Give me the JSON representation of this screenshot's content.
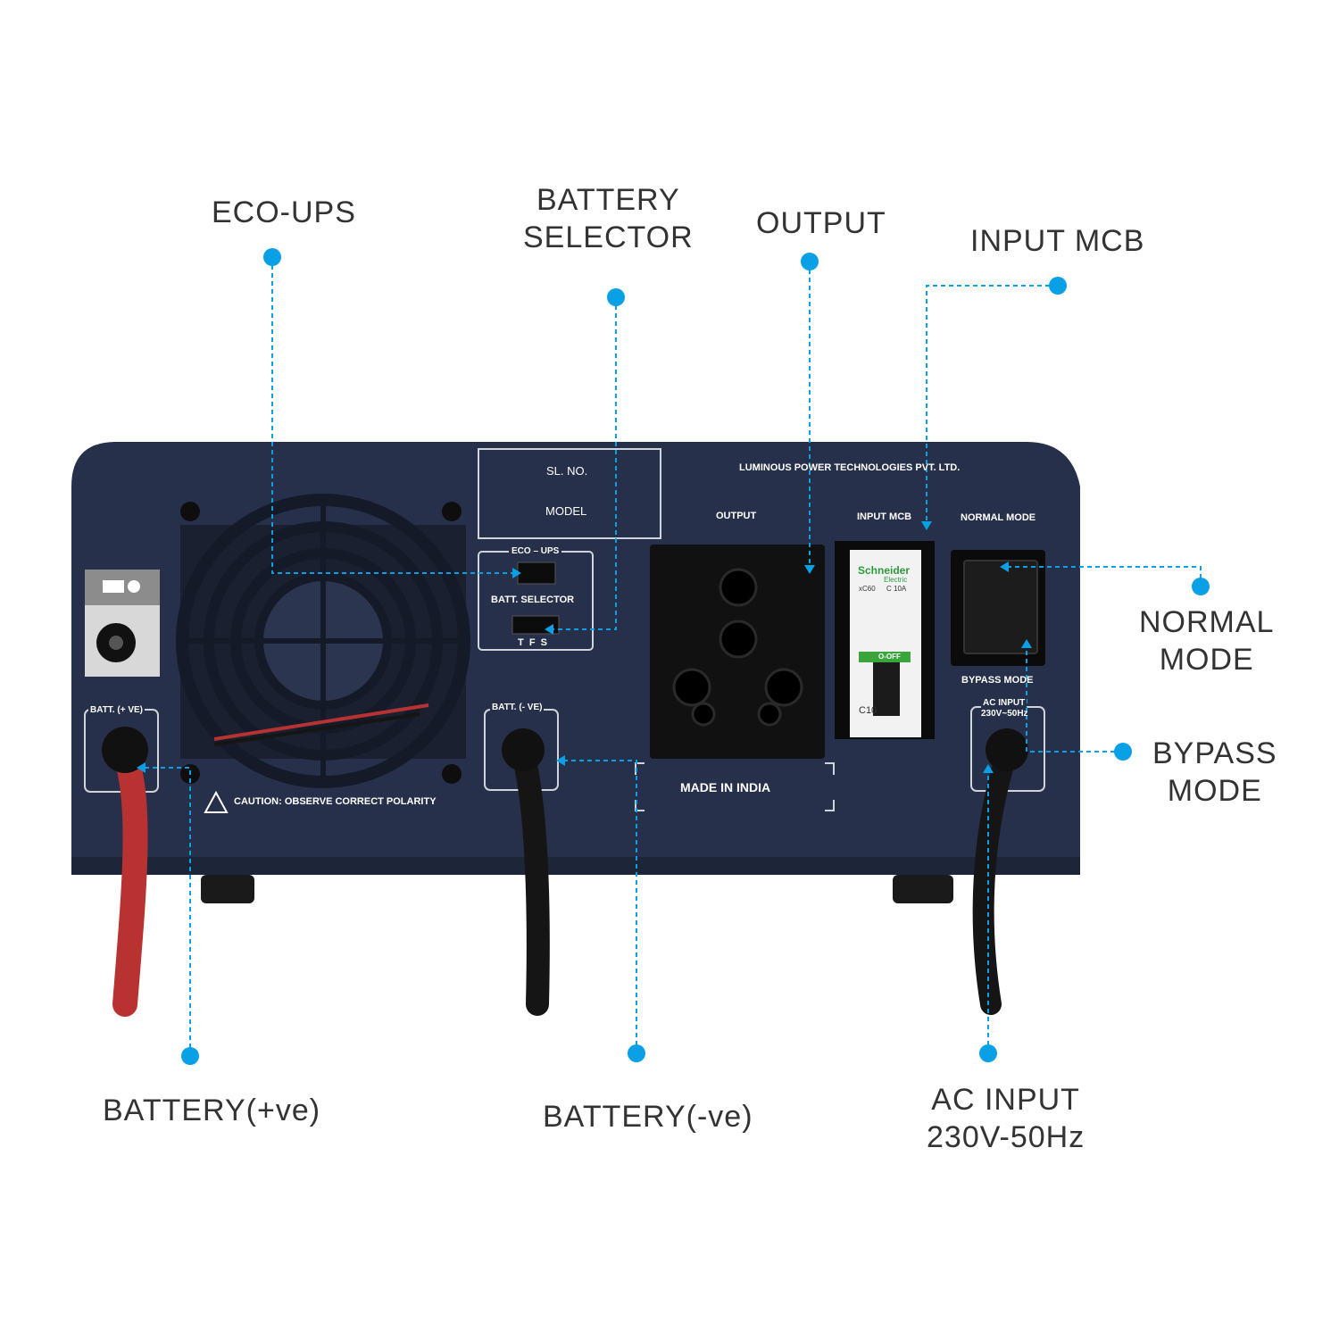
{
  "colors": {
    "accent": "#0aa0e6",
    "chassis": "#26304a",
    "label_text": "#333333",
    "red_cable": "#b83232",
    "black_cable": "#151515"
  },
  "callouts": {
    "eco_ups": "ECO-UPS",
    "battery_selector_1": "BATTERY",
    "battery_selector_2": "SELECTOR",
    "output": "OUTPUT",
    "input_mcb": "INPUT MCB",
    "normal_mode_1": "NORMAL",
    "normal_mode_2": "MODE",
    "bypass_mode_1": "BYPASS",
    "bypass_mode_2": "MODE",
    "battery_pos": "BATTERY(+ve)",
    "battery_neg": "BATTERY(-ve)",
    "ac_input_1": "AC INPUT",
    "ac_input_2": "230V-50Hz"
  },
  "panel": {
    "manufacturer": "LUMINOUS POWER TECHNOLOGIES PVT. LTD.",
    "sl_no": "SL. NO.",
    "model": "MODEL",
    "output": "OUTPUT",
    "input_mcb": "INPUT MCB",
    "normal_mode": "NORMAL MODE",
    "bypass_mode": "BYPASS MODE",
    "eco_ups": "ECO – UPS",
    "batt_selector": "BATT. SELECTOR",
    "selector_positions": "T  F  S",
    "batt_pos": "BATT. (+ VE)",
    "batt_neg": "BATT. (- VE)",
    "ac_input_1": "AC  INPUT",
    "ac_input_2": "230V~50Hz",
    "caution": "CAUTION: OBSERVE CORRECT POLARITY",
    "made_in_india": "MADE IN INDIA"
  },
  "mcb": {
    "brand": "Schneider",
    "brand_sub": "Electric",
    "model": "xC60",
    "rating": "C 10A",
    "state": "O-OFF",
    "code": "C10"
  }
}
